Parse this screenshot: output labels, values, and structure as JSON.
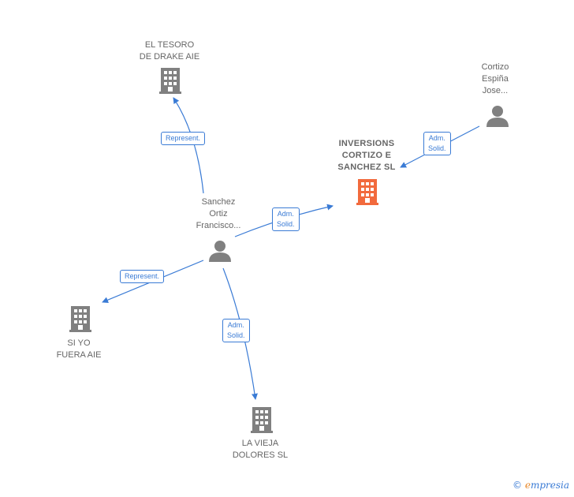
{
  "nodes": {
    "tesoro": {
      "type": "company",
      "label1": "EL TESORO",
      "label2": "DE DRAKE AIE",
      "color": "#808080"
    },
    "inversions": {
      "type": "company",
      "label1": "INVERSIONS",
      "label2": "CORTIZO E",
      "label3": "SANCHEZ  SL",
      "color": "#f26a3d"
    },
    "cortizo": {
      "type": "person",
      "label1": "Cortizo",
      "label2": "Espiña",
      "label3": "Jose...",
      "color": "#808080"
    },
    "sanchez": {
      "type": "person",
      "label1": "Sanchez",
      "label2": "Ortiz",
      "label3": "Francisco...",
      "color": "#808080"
    },
    "siyo": {
      "type": "company",
      "label1": "SI YO",
      "label2": "FUERA AIE",
      "color": "#808080"
    },
    "vieja": {
      "type": "company",
      "label1": "LA VIEJA",
      "label2": "DOLORES  SL",
      "color": "#808080"
    }
  },
  "edges": {
    "sanchez_tesoro": {
      "line1": "Represent.",
      "line2": ""
    },
    "cortizo_inversions": {
      "line1": "Adm.",
      "line2": "Solid."
    },
    "sanchez_inversions": {
      "line1": "Adm.",
      "line2": "Solid."
    },
    "sanchez_siyo": {
      "line1": "Represent.",
      "line2": ""
    },
    "sanchez_vieja": {
      "line1": "Adm.",
      "line2": "Solid."
    }
  },
  "colors": {
    "edge": "#3a7bd5",
    "highlight": "#f26a3d",
    "node": "#808080"
  },
  "brand": {
    "copyright": "©",
    "e": "e",
    "rest": "mpresia"
  }
}
